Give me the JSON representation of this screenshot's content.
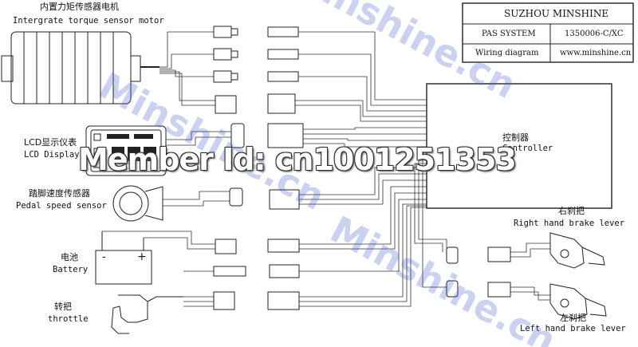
{
  "title_block": {
    "company": "SUZHOU MINSHINE",
    "system": "PAS SYSTEM",
    "model": "1350006-C/XC",
    "drawing": "Wiring diagram",
    "website": "www.minshine.cn"
  },
  "components": {
    "motor_cn": "内置力矩传感器电机",
    "motor_en": "Intergrate torque sensor motor",
    "lcd_cn": "LCD显示仪表",
    "lcd_en": "LCD Display",
    "pedal_cn": "踏脚速度传感器",
    "pedal_en": "Pedal speed sensor",
    "battery_cn": "电池",
    "battery_en": "Battery",
    "throttle_cn": "转把",
    "throttle_en": "throttle",
    "controller_cn": "控制器",
    "controller_en": "Controller",
    "right_brake_cn": "右刹把",
    "right_brake_en": "Right hand brake lever",
    "left_brake_cn": "左刹把",
    "left_brake_en": "Left hand brake lever"
  },
  "battery_terminals": {
    "minus": "-",
    "plus": "+"
  },
  "watermarks": {
    "brand": "Minshine.cn",
    "member_id": "Member Id: cn1001251353"
  }
}
